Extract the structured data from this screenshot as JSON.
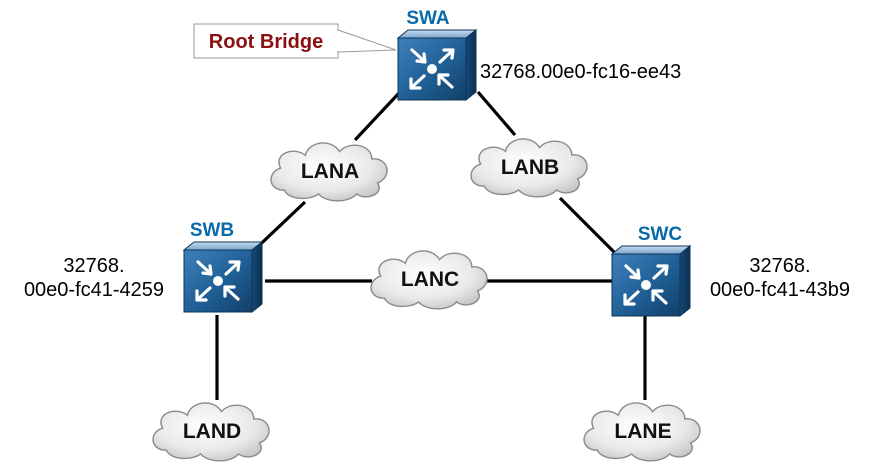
{
  "root_callout": {
    "label": "Root Bridge"
  },
  "switches": {
    "swa": {
      "name": "SWA",
      "bridge_id_line1": "32768.00e0-fc16-ee43",
      "bridge_id_line2": ""
    },
    "swb": {
      "name": "SWB",
      "bridge_id_line1": "32768.",
      "bridge_id_line2": "00e0-fc41-4259"
    },
    "swc": {
      "name": "SWC",
      "bridge_id_line1": "32768.",
      "bridge_id_line2": "00e0-fc41-43b9"
    }
  },
  "lans": {
    "lana": {
      "label": "LANA"
    },
    "lanb": {
      "label": "LANB"
    },
    "lanc": {
      "label": "LANC"
    },
    "land": {
      "label": "LAND"
    },
    "lane": {
      "label": "LANE"
    }
  },
  "colors": {
    "switch_front": "#1f5f95",
    "switch_top": "#8fb6d8",
    "switch_side": "#0c3a63",
    "switch_name": "#0b6aa8",
    "root_label": "#8b1010",
    "cloud_fill": "#ececec",
    "link": "#000000"
  }
}
